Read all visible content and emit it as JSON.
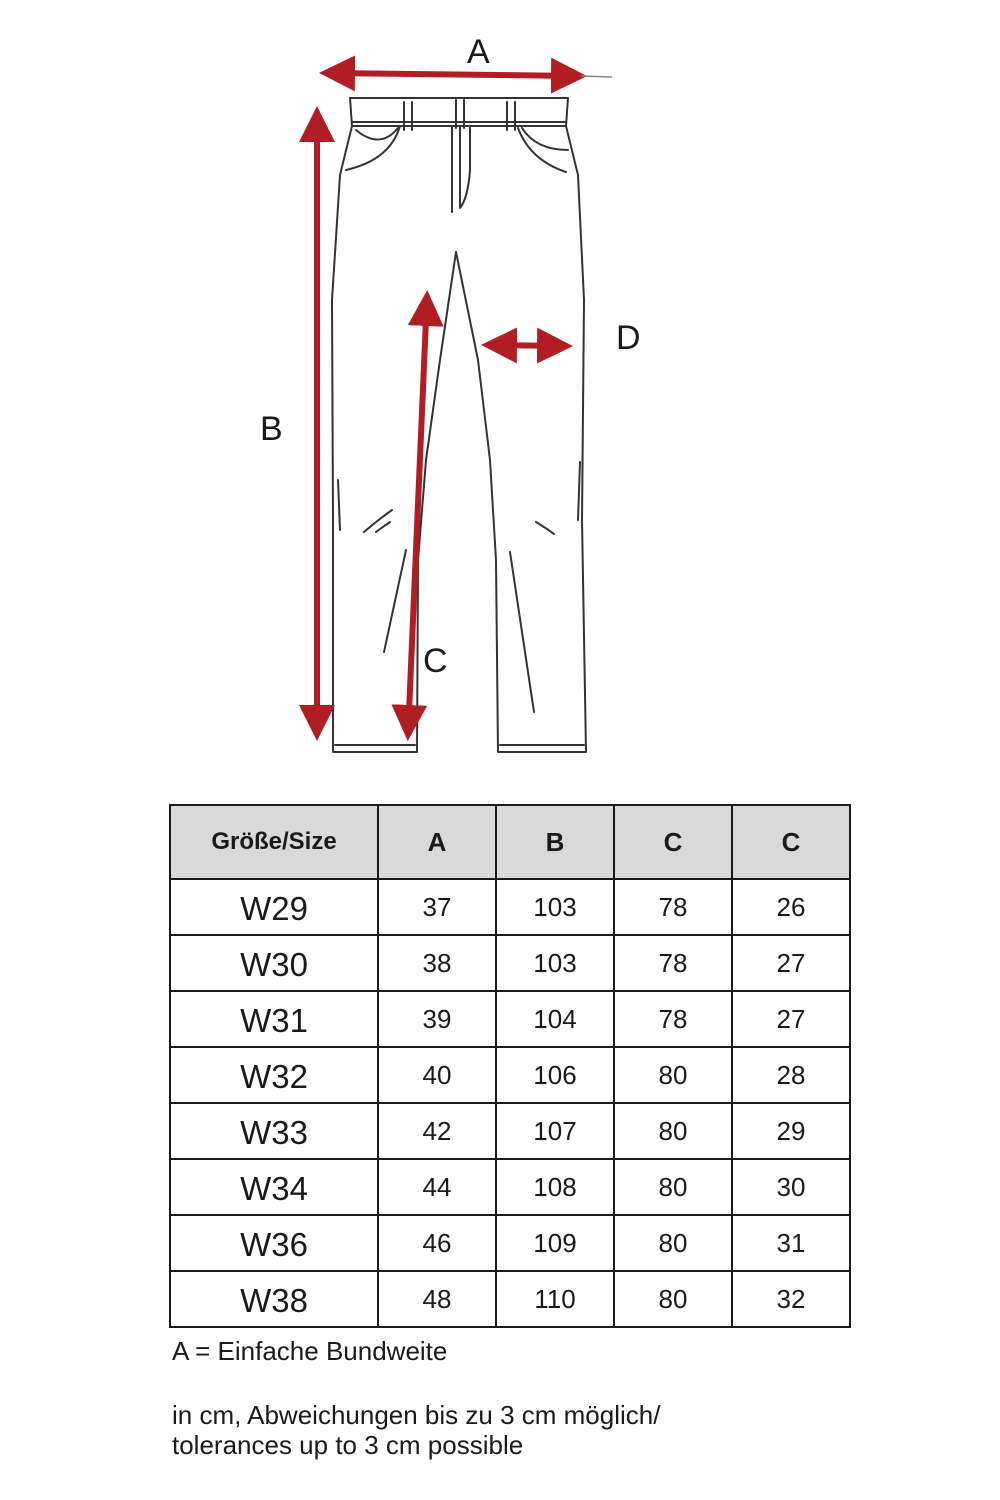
{
  "diagram": {
    "labels": {
      "a": "A",
      "b": "B",
      "c": "C",
      "d": "D"
    },
    "arrow_color": "#b01e24",
    "line_color": "#333333"
  },
  "table": {
    "headers": [
      "Größe/Size",
      "A",
      "B",
      "C",
      "C"
    ],
    "rows": [
      [
        "W29",
        "37",
        "103",
        "78",
        "26"
      ],
      [
        "W30",
        "38",
        "103",
        "78",
        "27"
      ],
      [
        "W31",
        "39",
        "104",
        "78",
        "27"
      ],
      [
        "W32",
        "40",
        "106",
        "80",
        "28"
      ],
      [
        "W33",
        "42",
        "107",
        "80",
        "29"
      ],
      [
        "W34",
        "44",
        "108",
        "80",
        "30"
      ],
      [
        "W36",
        "46",
        "109",
        "80",
        "31"
      ],
      [
        "W38",
        "48",
        "110",
        "80",
        "32"
      ]
    ],
    "header_bg": "#d9d9d9"
  },
  "notes": {
    "legend_a": "A = Einfache Bundweite",
    "tolerance_line1": "in cm, Abweichungen bis zu 3 cm möglich/",
    "tolerance_line2": "tolerances up to 3 cm possible"
  }
}
